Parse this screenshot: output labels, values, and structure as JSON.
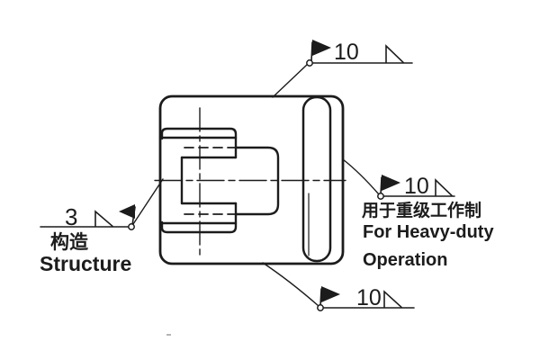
{
  "drawing": {
    "background_color": "#ffffff",
    "line_color": "#1c1c1c",
    "weld_callouts": {
      "top": {
        "size": "10"
      },
      "right": {
        "size": "10"
      },
      "bottom": {
        "size": "10"
      },
      "left": {
        "size": "3"
      }
    },
    "captions": {
      "left_zh": "构造",
      "left_en": "Structure",
      "right_zh": "用于重级工作制",
      "right_en_line1": "For Heavy-duty",
      "right_en_line2": "Operation"
    },
    "icons": {
      "field_weld_flag": "filled-pennant-flag",
      "fillet_weld_symbol": "right-triangle",
      "weld_all_around": "small-circle"
    }
  }
}
